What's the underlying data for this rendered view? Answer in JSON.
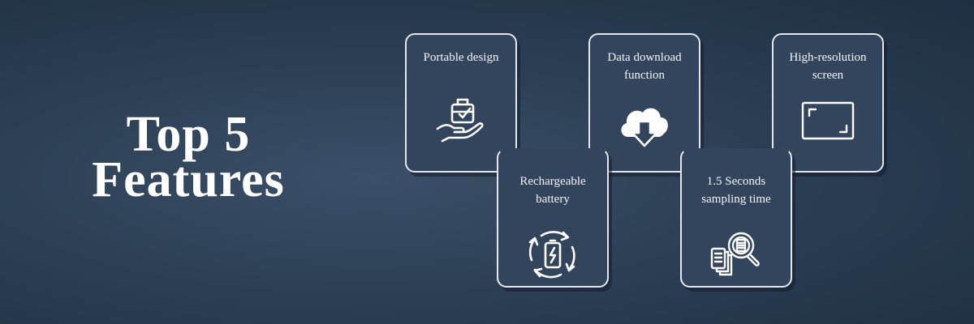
{
  "headline": {
    "line1": "Top 5",
    "line2": "Features"
  },
  "features": [
    {
      "label": "Portable design",
      "icon": "hand-holding-briefcase-icon"
    },
    {
      "label": "Data download function",
      "icon": "cloud-download-icon"
    },
    {
      "label": "High-resolution screen",
      "icon": "screen-frame-icon"
    },
    {
      "label": "Rechargeable battery",
      "icon": "battery-charging-icon"
    },
    {
      "label": "1.5 Seconds sampling time",
      "icon": "document-search-icon"
    }
  ],
  "colors": {
    "background": "#2c3f55",
    "card": "#33455d",
    "border": "#e3e7ec",
    "text": "#ffffff"
  }
}
